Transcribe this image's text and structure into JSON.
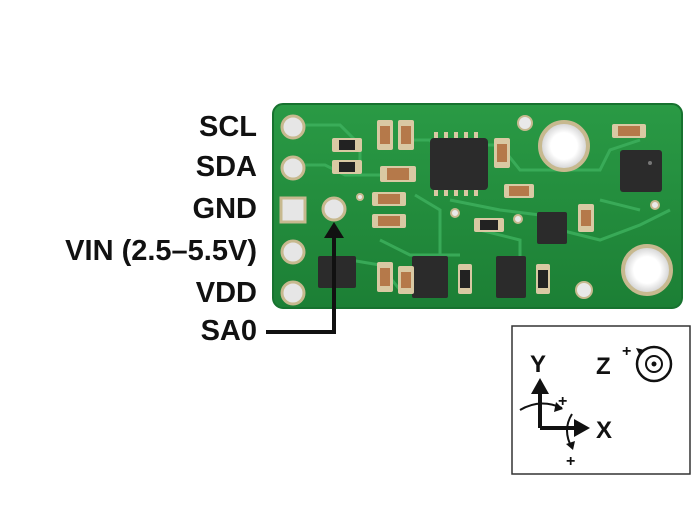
{
  "pins": {
    "scl": "SCL",
    "sda": "SDA",
    "gnd": "GND",
    "vin": "VIN (2.5–5.5V)",
    "vdd": "VDD",
    "sa0": "SA0"
  },
  "axes_inset": {
    "y": "Y",
    "x": "X",
    "z": "Z",
    "plus": "+"
  },
  "colors": {
    "board": "#1f8a3a",
    "board_edge": "#17722f",
    "trace": "#37a655",
    "chip": "#2a2a2a",
    "pad": "#d9c9a3"
  }
}
